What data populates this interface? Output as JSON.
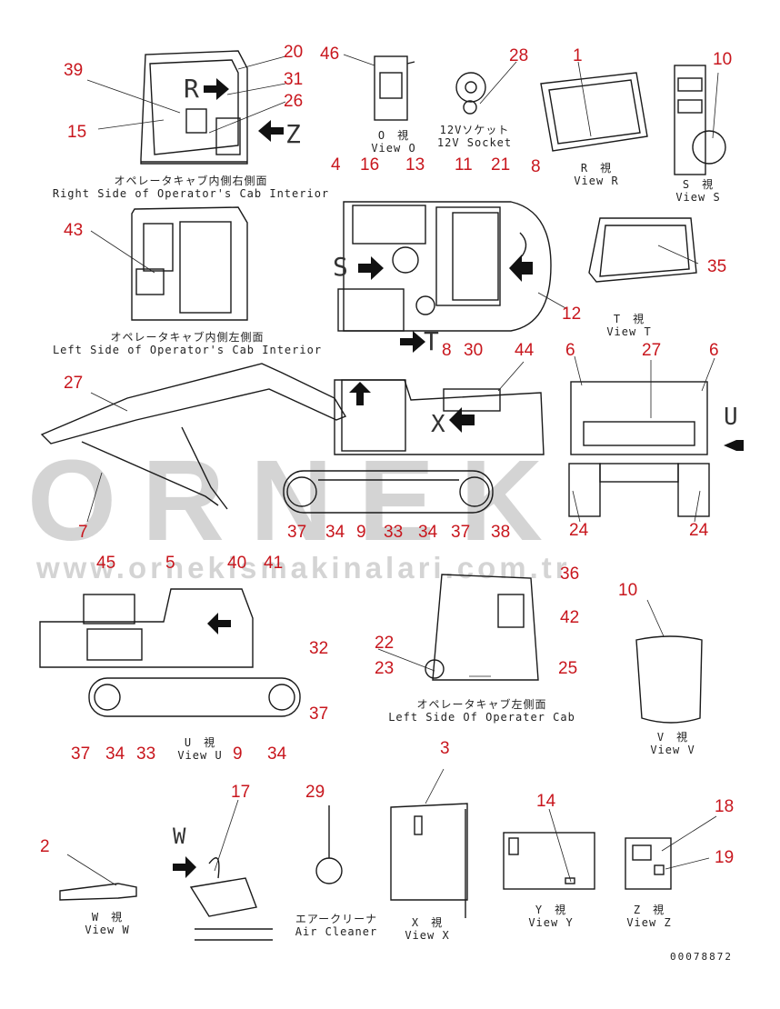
{
  "watermark": {
    "brand": "ORNEK",
    "url": "www.ornekismakinalari.com.tr"
  },
  "document_id": "00078872",
  "view_letters": [
    "R",
    "Z",
    "S",
    "T",
    "U",
    "X",
    "W"
  ],
  "captions": {
    "view_o": [
      "O　視",
      "View O"
    ],
    "socket": [
      "12Vソケット",
      "12V Socket"
    ],
    "view_r": [
      "R　視",
      "View R"
    ],
    "view_s": [
      "S　視",
      "View S"
    ],
    "right_cab": [
      "オペレータキャブ内側右側面",
      "Right Side of Operator's Cab Interior"
    ],
    "left_cab": [
      "オペレータキャブ内側左側面",
      "Left Side of Operator's Cab Interior"
    ],
    "view_t": [
      "T　視",
      "View T"
    ],
    "view_u": [
      "U　視",
      "View U"
    ],
    "left_cab_ext": [
      "オペレータキャブ左側面",
      "Left Side Of Operater Cab"
    ],
    "view_v": [
      "V　視",
      "View V"
    ],
    "view_w": [
      "W　視",
      "View W"
    ],
    "air_cleaner": [
      "エアークリーナ",
      "Air Cleaner"
    ],
    "view_x": [
      "X　視",
      "View X"
    ],
    "view_y": [
      "Y　視",
      "View Y"
    ],
    "view_z": [
      "Z　視",
      "View Z"
    ]
  },
  "callouts": [
    "20",
    "46",
    "28",
    "1",
    "10",
    "39",
    "31",
    "26",
    "15",
    "4",
    "16",
    "13",
    "11",
    "21",
    "8",
    "43",
    "35",
    "12",
    "8",
    "30",
    "44",
    "6",
    "27",
    "6",
    "27",
    "7",
    "37",
    "34",
    "9",
    "33",
    "34",
    "37",
    "38",
    "24",
    "24",
    "45",
    "5",
    "40",
    "41",
    "36",
    "10",
    "32",
    "42",
    "22",
    "23",
    "25",
    "37",
    "37",
    "34",
    "33",
    "9",
    "34",
    "3",
    "17",
    "29",
    "14",
    "18",
    "2",
    "19"
  ]
}
